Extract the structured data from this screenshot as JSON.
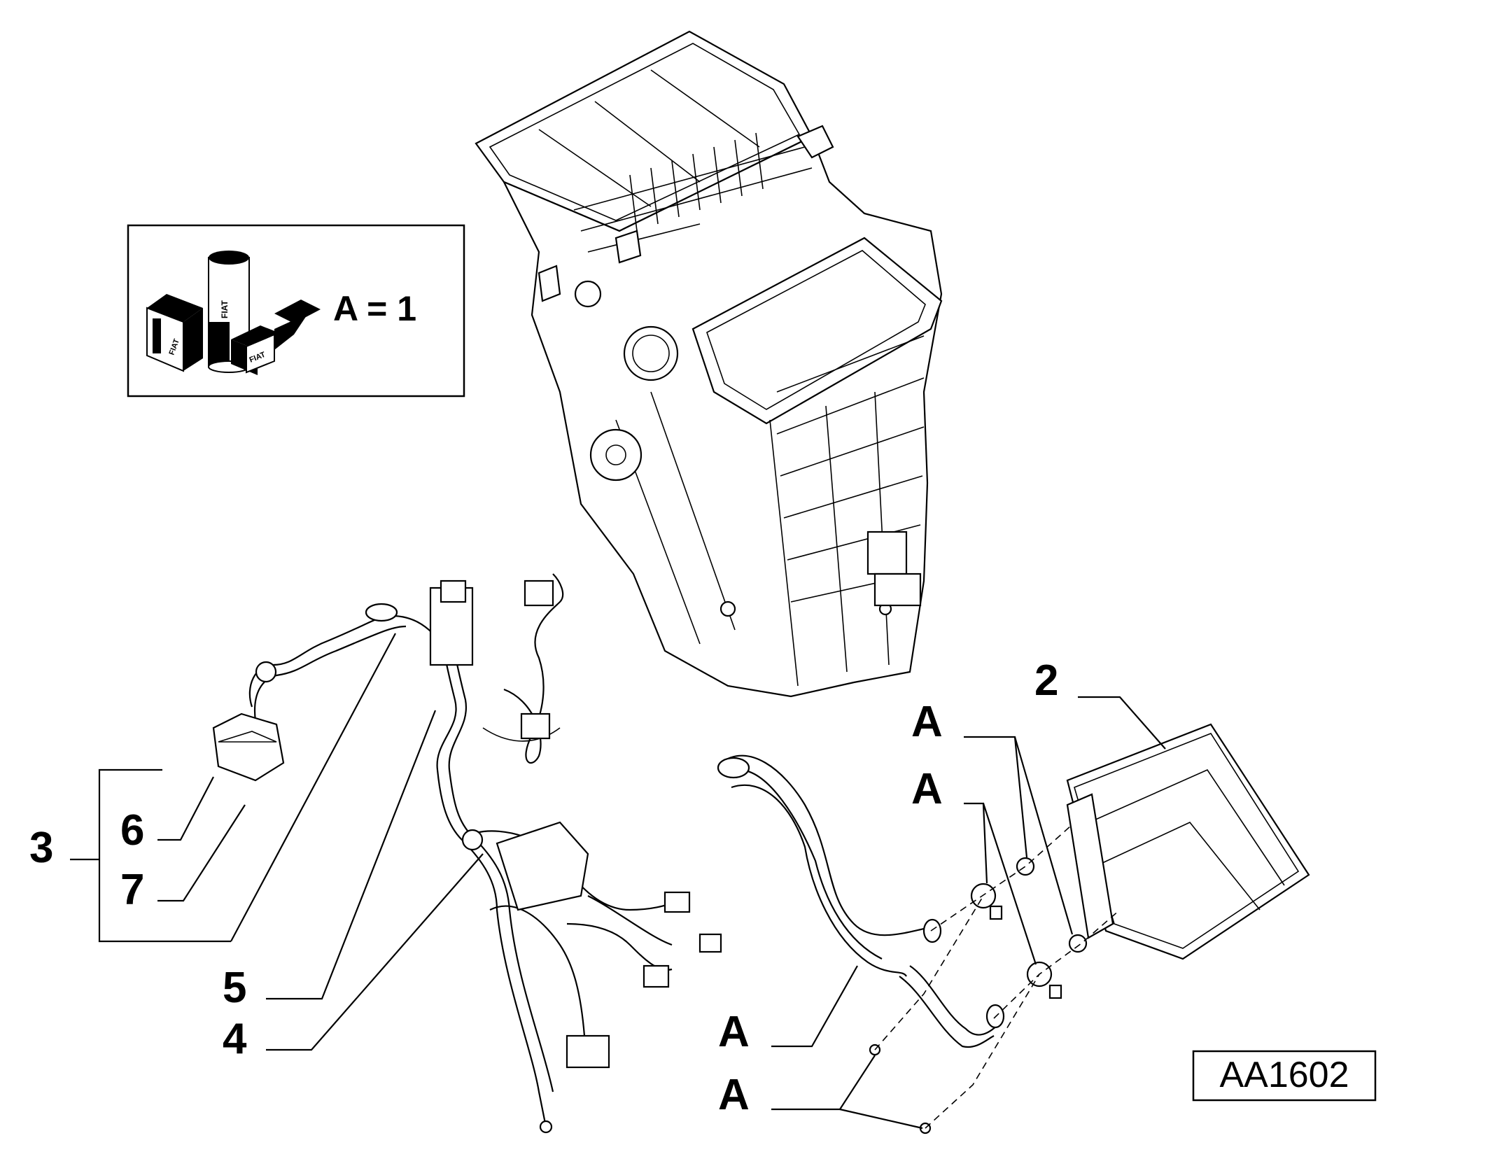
{
  "legend": {
    "formula": "A =  1",
    "brand": "FIAT"
  },
  "callouts": {
    "c2": "2",
    "c3": "3",
    "c4": "4",
    "c5": "5",
    "c6": "6",
    "c7": "7",
    "a1": "A",
    "a2": "A",
    "a3": "A",
    "a4": "A"
  },
  "drawing_code": "AA1602"
}
